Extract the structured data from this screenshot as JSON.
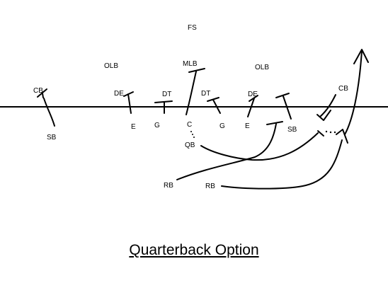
{
  "title": "Quarterback Option",
  "colors": {
    "ink": "#000000",
    "background": "#ffffff"
  },
  "labels": {
    "fs": "FS",
    "olb_left": "OLB",
    "mlb": "MLB",
    "olb_right": "OLB",
    "cb_left": "CB",
    "de_left": "DE",
    "dt_left": "DT",
    "dt_right": "DT",
    "de_right": "DE",
    "cb_right": "CB",
    "sb_left": "SB",
    "e_left": "E",
    "g_left": "G",
    "c": "C",
    "g_right": "G",
    "e_right": "E",
    "sb_right": "SB",
    "qb": "QB",
    "rb_left": "RB",
    "rb_right": "RB"
  }
}
